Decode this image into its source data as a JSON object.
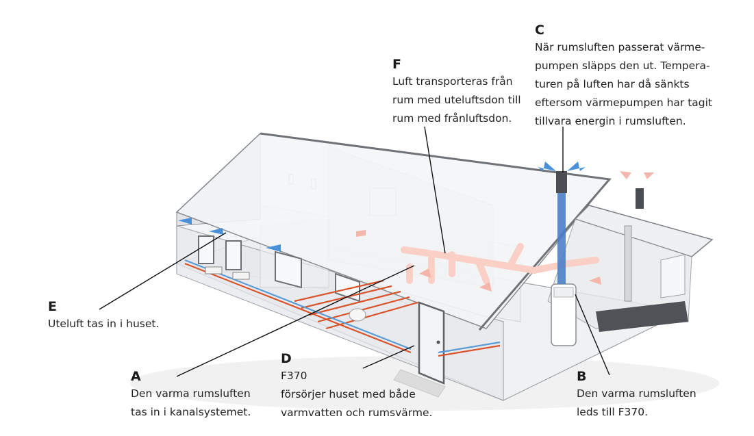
{
  "callouts": {
    "c": {
      "letter": "C",
      "lines": [
        "När rumsluften passerat värme-",
        "pumpen släpps den ut. Tempera-",
        "turen på luften har då sänkts",
        "eftersom värmepumpen har tagit",
        "tillvara energin i rumsluften."
      ]
    },
    "f": {
      "letter": "F",
      "lines": [
        "Luft transporteras från",
        "rum med uteluftsdon till",
        "rum med frånluftsdon."
      ]
    },
    "e": {
      "letter": "E",
      "lines": [
        "Uteluft tas in i huset."
      ]
    },
    "a": {
      "letter": "A",
      "lines": [
        "Den varma rumsluften",
        "tas in i kanalsystemet."
      ]
    },
    "d": {
      "letter": "D",
      "lines": [
        "F370",
        "försörjer huset med både",
        "varmvatten och rumsvärme."
      ]
    },
    "b": {
      "letter": "B",
      "lines": [
        "Den varma rumsluften",
        "leds till F370."
      ]
    }
  },
  "colors": {
    "warm_air": "#f4b6aa",
    "warm_duct": "#f9cfc6",
    "cold_air": "#4a90d9",
    "pipe_hot": "#d9532b",
    "pipe_cold": "#5b9bd5",
    "wall": "#e9ebee",
    "roof": "#f2f3f5",
    "outline": "#7d8085"
  }
}
